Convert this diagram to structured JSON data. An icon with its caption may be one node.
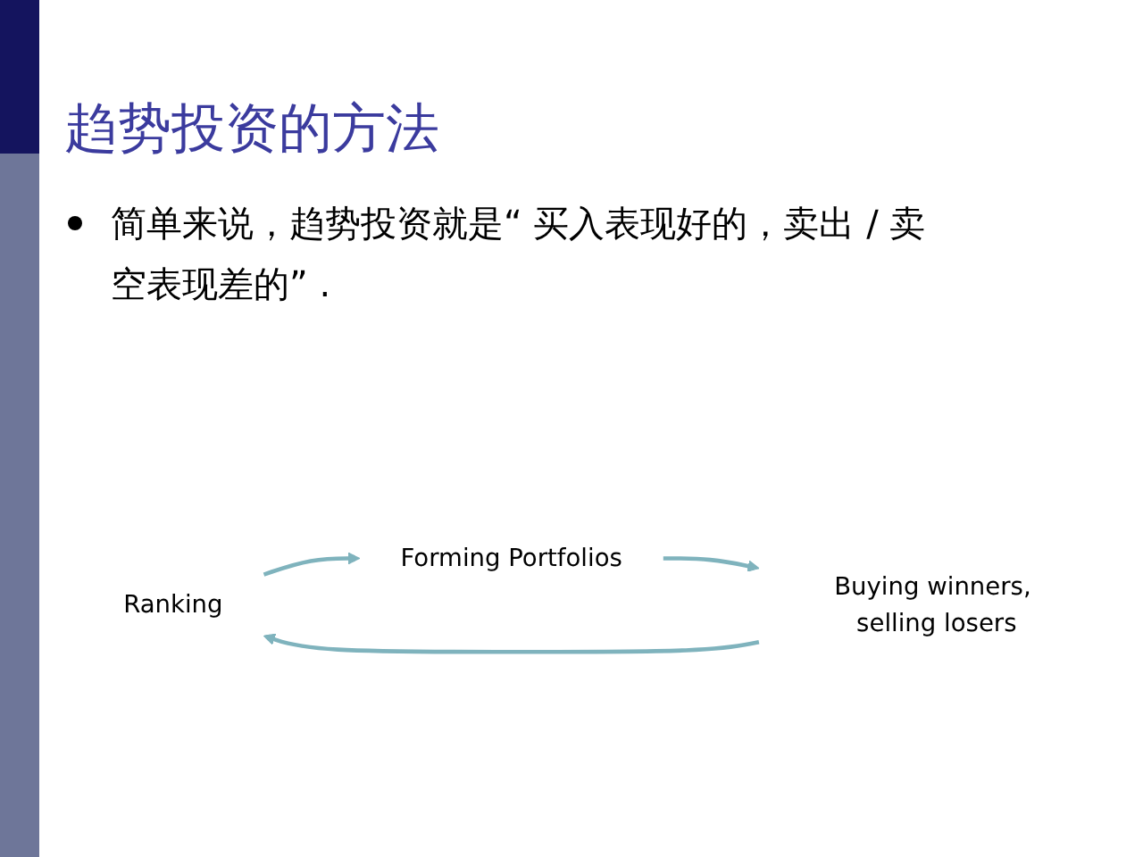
{
  "diagram": {
    "title": "趋势投资的方法",
    "nodes": [
      {
        "text": [
          "Ranking"
        ]
      },
      {
        "text": [
          "Forming Portfolios"
        ]
      },
      {
        "text": [
          "Buying winners, selling losers"
        ]
      }
    ],
    "edges": [
      {
        "from": 0,
        "to": 1,
        "arrow": "to"
      },
      {
        "from": 1,
        "to": 2,
        "arrow": "to"
      },
      {
        "from": 2,
        "to": 0,
        "arrow": "to"
      }
    ],
    "labels": [
      "简单来说，趋势投资就是“ 买入表现好的，卖出 / 卖空表现差的” ."
    ]
  }
}
